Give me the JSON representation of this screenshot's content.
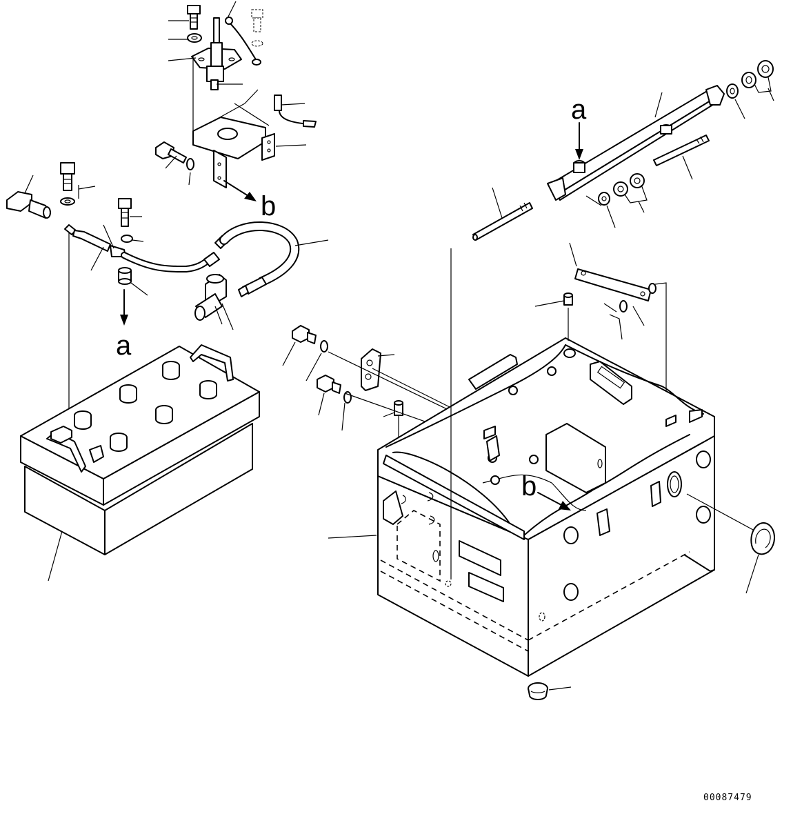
{
  "diagram": {
    "callouts": {
      "a": "a",
      "b": "b"
    },
    "drawing_number": "00087479"
  }
}
